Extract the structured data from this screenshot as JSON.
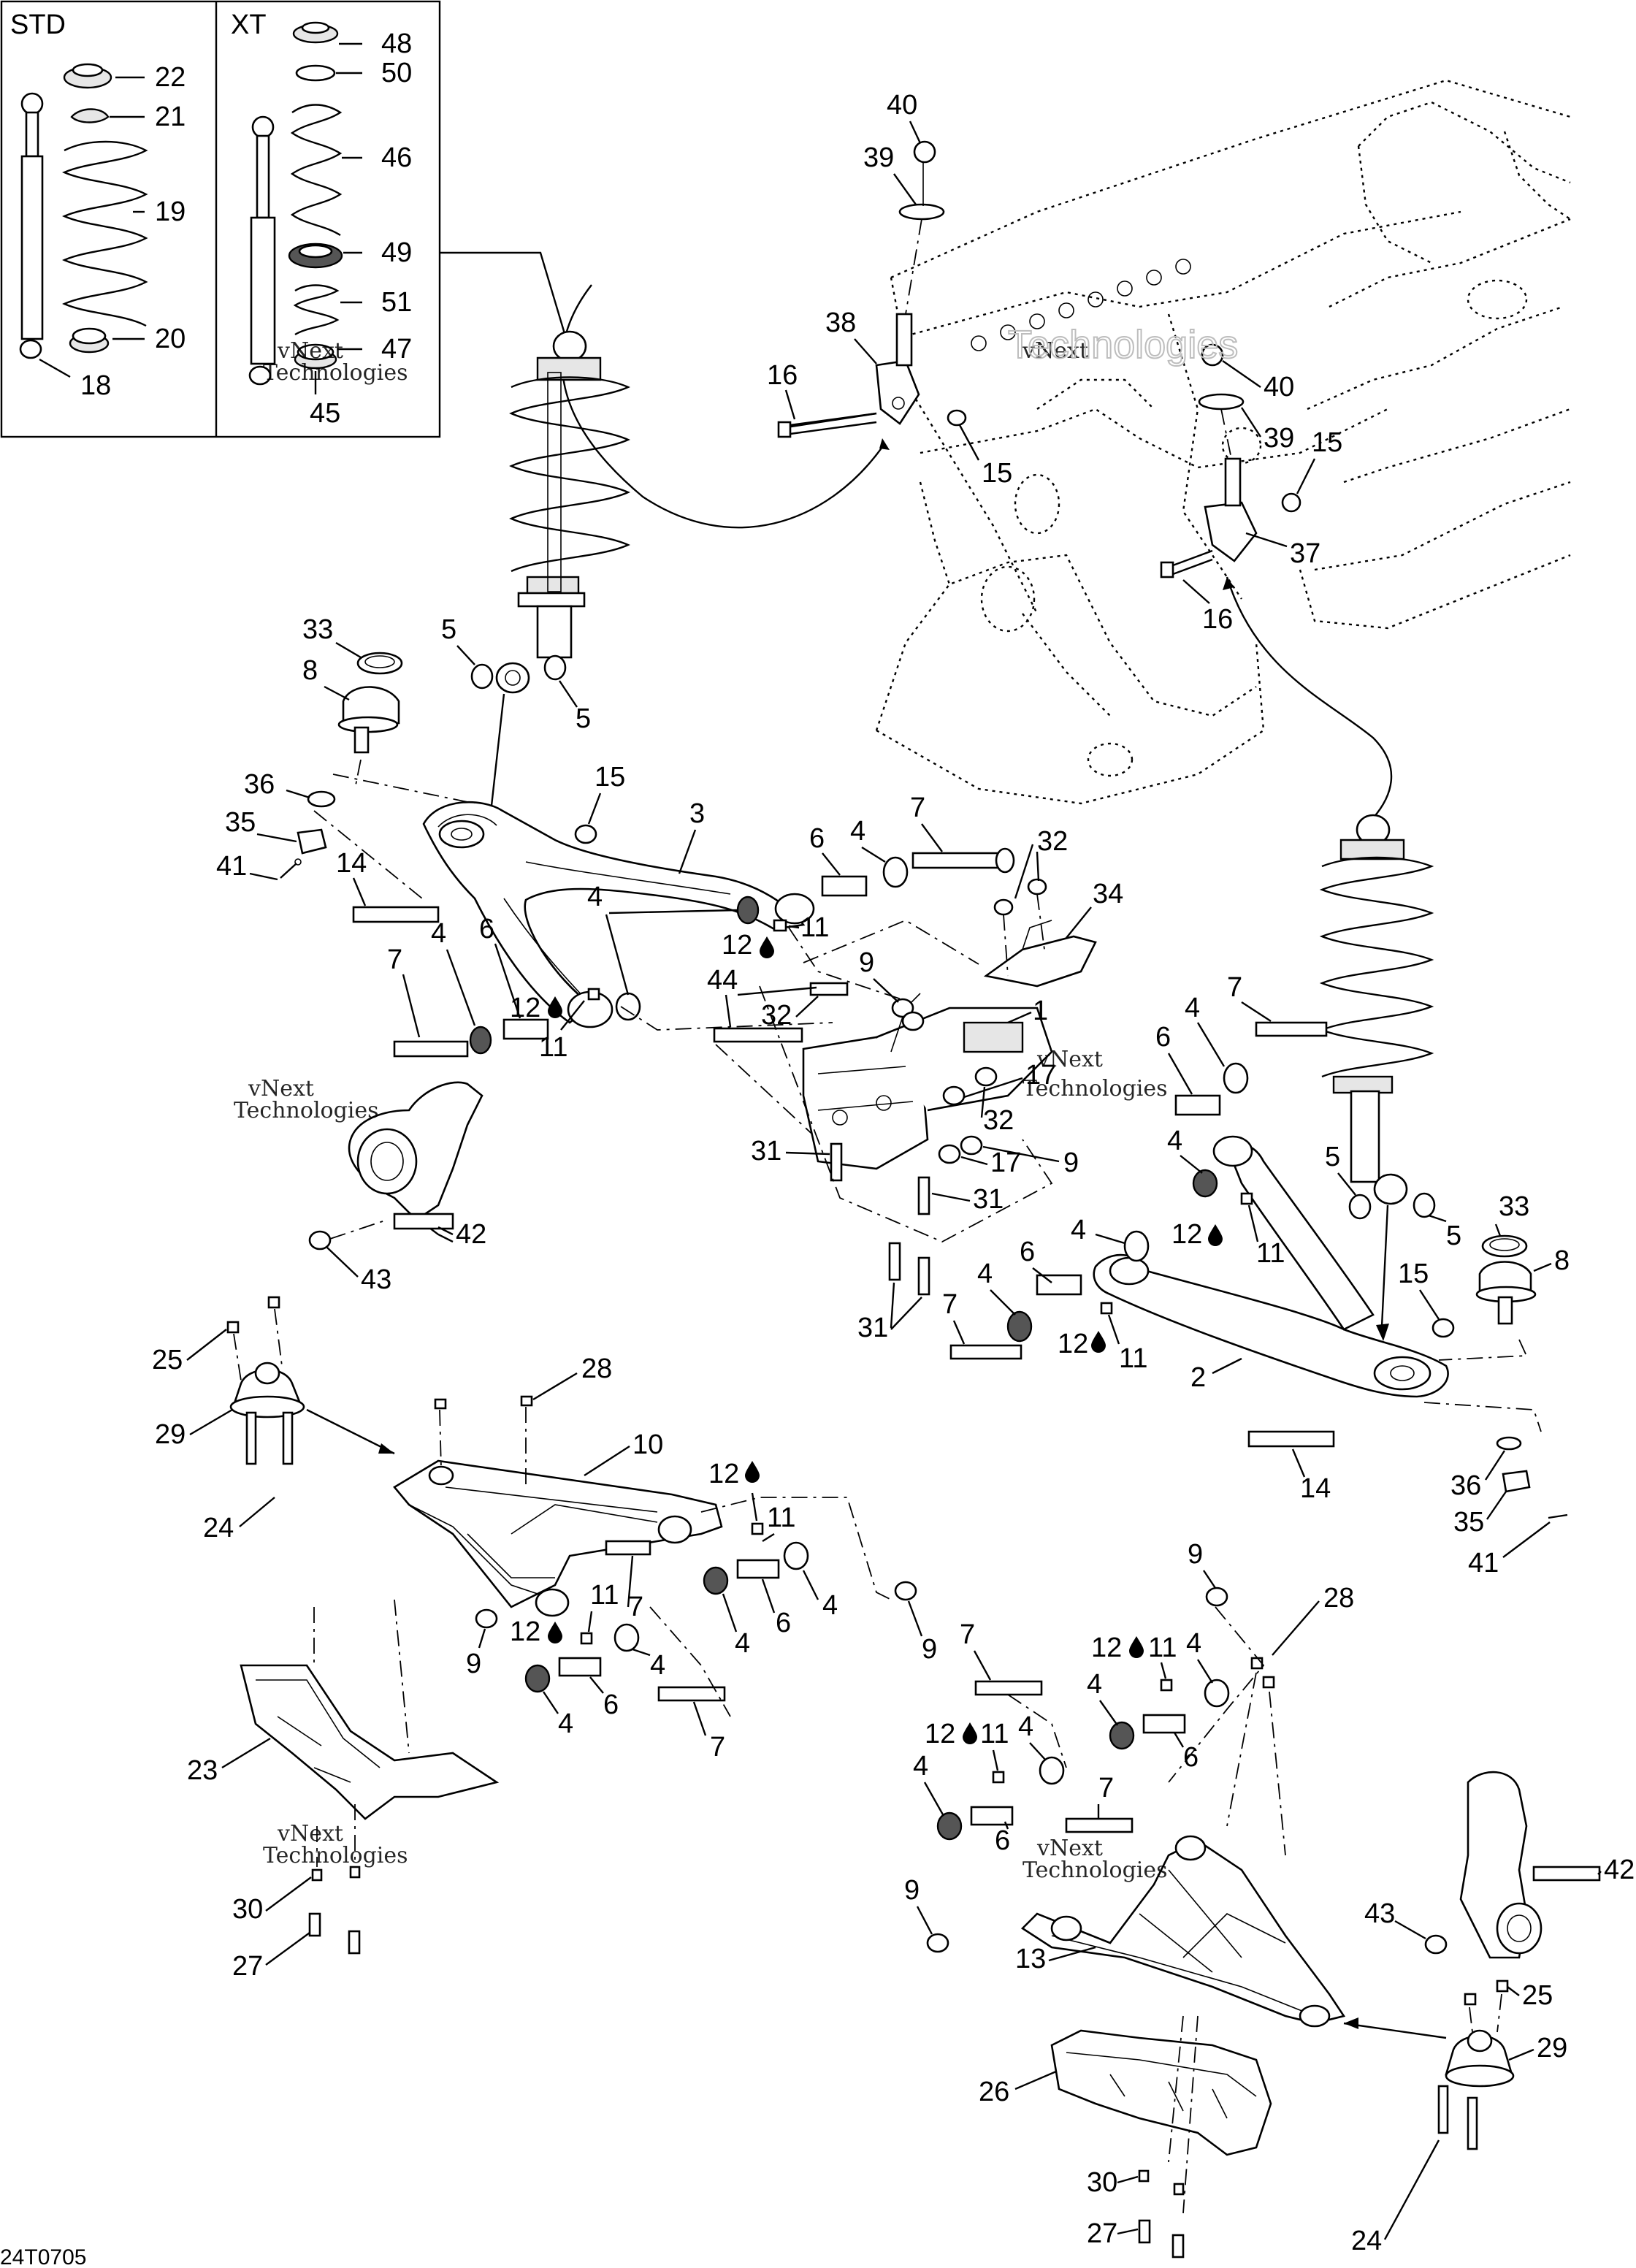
{
  "insets": [
    {
      "id": "std",
      "title": "STD",
      "callouts": [
        "22",
        "21",
        "19",
        "20",
        "18"
      ]
    },
    {
      "id": "xt",
      "title": "XT",
      "callouts": [
        "48",
        "50",
        "46",
        "49",
        "51",
        "47",
        "45"
      ]
    }
  ],
  "diagram_code": "24T0705",
  "watermark": {
    "line1": "vNext",
    "line2": "Technologies"
  },
  "callouts": {
    "c40a": "40",
    "c39a": "39",
    "c38": "38",
    "c16a": "16",
    "c15a": "15",
    "c40b": "40",
    "c39b": "39",
    "c15b": "15",
    "c37": "37",
    "c16b": "16",
    "c33a": "33",
    "c8a": "8",
    "c5a": "5",
    "c5b": "5",
    "c36a": "36",
    "c35a": "35",
    "c41a": "41",
    "c15c": "15",
    "c3": "3",
    "c14a": "14",
    "c6a": "6",
    "c4a": "4",
    "c7a": "7",
    "c32a": "32",
    "c34": "34",
    "c4b": "4",
    "c11a": "11",
    "c12a": "12",
    "c7b": "7",
    "c4c": "4",
    "c6b": "6",
    "c12b": "12",
    "c11b": "11",
    "c44": "44",
    "c9a": "9",
    "c32b": "32",
    "c1": "1",
    "c4d": "4",
    "c7c": "7",
    "c6c": "6",
    "c17a": "17",
    "c32c": "32",
    "c31a": "31",
    "c17b": "17",
    "c9b": "9",
    "c31b": "31",
    "c4e": "4",
    "c12c": "12",
    "c11c": "11",
    "c5c": "5",
    "c5d": "5",
    "c33b": "33",
    "c8b": "8",
    "c4f": "4",
    "c6d": "6",
    "c4g": "4",
    "c7d": "7",
    "c31c": "31",
    "c12d": "12",
    "c11d": "11",
    "c15d": "15",
    "c2": "2",
    "c14b": "14",
    "c36b": "36",
    "c35b": "35",
    "c41b": "41",
    "c42a": "42",
    "c43a": "43",
    "c25a": "25",
    "c29a": "29",
    "c24a": "24",
    "c28a": "28",
    "c10": "10",
    "c12e": "12",
    "c11e": "11",
    "c11f": "11",
    "c7e": "7",
    "c12f": "12",
    "c9c": "9",
    "c4h": "4",
    "c6e": "6",
    "c4i": "4",
    "c4j": "4",
    "c6f": "6",
    "c4k": "4",
    "c7f": "7",
    "c9d": "9",
    "c23": "23",
    "c30a": "30",
    "c27a": "27",
    "c9e": "9",
    "c28b": "28",
    "c7g": "7",
    "c12g": "12",
    "c11g": "11",
    "c4l": "4",
    "c4m": "4",
    "c6g": "6",
    "c12h": "12",
    "c11h": "11",
    "c4n": "4",
    "c4o": "4",
    "c7h": "7",
    "c6h": "6",
    "c9f": "9",
    "c13": "13",
    "c42b": "42",
    "c43b": "43",
    "c25b": "25",
    "c29b": "29",
    "c26": "26",
    "c30b": "30",
    "c27b": "27",
    "c24b": "24"
  }
}
